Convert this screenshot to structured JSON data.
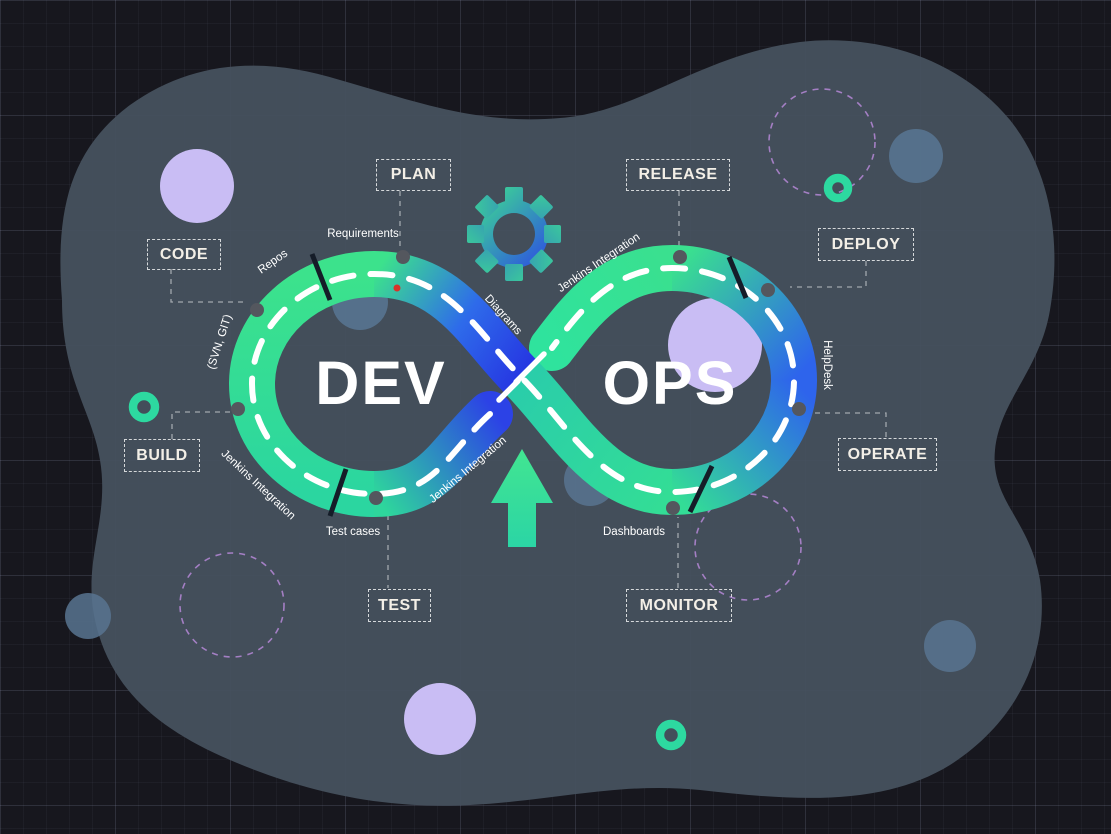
{
  "brand": {
    "dev": "DEV",
    "ops": "OPS"
  },
  "stages": [
    {
      "id": "plan",
      "label": "PLAN"
    },
    {
      "id": "code",
      "label": "CODE"
    },
    {
      "id": "build",
      "label": "BUILD"
    },
    {
      "id": "test",
      "label": "TEST"
    },
    {
      "id": "release",
      "label": "RELEASE"
    },
    {
      "id": "deploy",
      "label": "DEPLOY"
    },
    {
      "id": "operate",
      "label": "OPERATE"
    },
    {
      "id": "monitor",
      "label": "MONITOR"
    }
  ],
  "road_labels": {
    "requirements": "Requirements",
    "repos": "Repos",
    "svn_git": "(SVN, GIT)",
    "jenkins_lower_left": "Jenkins Integration",
    "test_cases": "Test cases",
    "diagrams": "Diagrams",
    "jenkins_center": "Jenkins Integration",
    "jenkins_top_right": "Jenkins Integration",
    "dashboards": "Dashboards",
    "helpdesk": "HelpDesk"
  },
  "icons": [
    "gear-icon",
    "up-arrow-icon",
    "infinity-road",
    "teal-ring",
    "dashed-circle"
  ],
  "colors": {
    "background": "#17171e",
    "blob": "#46515e",
    "road_green": "#3ce28c",
    "road_teal": "#2bd3a6",
    "road_blue_deep": "#2636e2",
    "road_blue_light": "#2e64ec",
    "lavender_circle": "#c9bdf4",
    "slate_circle": "#587490",
    "dashed_circle": "#a47fc4",
    "teal_ring": "#2dd9a0",
    "waypoint_dot": "#54575e",
    "red_dot": "#d8332a",
    "label_text": "#f3efe7"
  }
}
